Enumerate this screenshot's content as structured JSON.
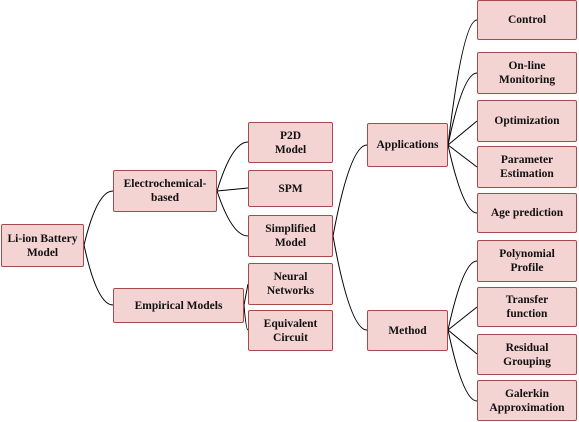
{
  "diagram": {
    "nodes": {
      "root": "Li-ion Battery\nModel",
      "electrochemical": "Electrochemical-\nbased",
      "empirical": "Empirical Models",
      "p2d": "P2D\nModel",
      "spm": "SPM",
      "simplified": "Simplified\nModel",
      "neural": "Neural\nNetworks",
      "equivalent": "Equivalent\nCircuit",
      "applications": "Applications",
      "method": "Method",
      "control": "Control",
      "online": "On-line\nMonitoring",
      "optimization": "Optimization",
      "parameter": "Parameter\nEstimation",
      "age": "Age prediction",
      "polynomial": "Polynomial\nProfile",
      "transfer": "Transfer\nfunction",
      "residual": "Residual\nGrouping",
      "galerkin": "Galerkin\nApproximation"
    },
    "colors": {
      "node_fill": "#f4d3d3",
      "node_border": "#a94a4a",
      "connector": "#000000"
    }
  }
}
